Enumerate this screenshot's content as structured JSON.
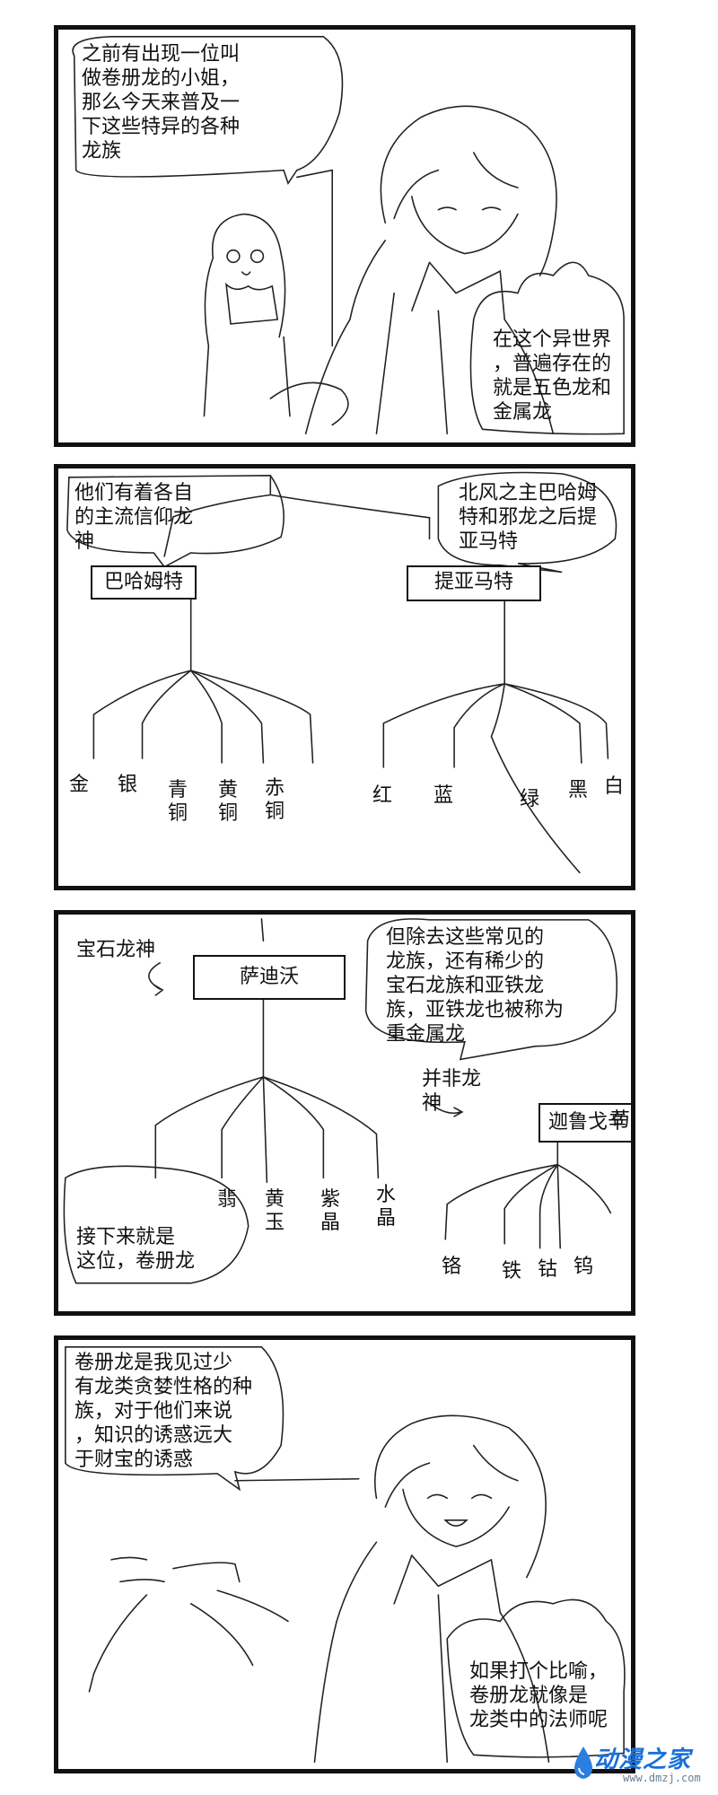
{
  "panel1": {
    "bubble_left": "之前有出现一位叫\n做卷册龙的小姐，\n那么今天来普及一\n下这些特异的各种\n龙族",
    "bubble_right": "在这个异世界\n，普遍存在的\n就是五色龙和\n金属龙"
  },
  "panel2": {
    "bubble_left": "他们有着各自\n的主流信仰龙\n神",
    "bubble_right": "北风之主巴哈姆\n特和邪龙之后提\n亚马特",
    "god_left": "巴哈姆特",
    "god_right": "提亚马特",
    "metal_dragons": [
      "金",
      "银",
      "青\n铜",
      "黄\n铜",
      "赤\n铜"
    ],
    "chromatic_dragons": [
      "红",
      "蓝",
      "绿",
      "黑",
      "白"
    ]
  },
  "panel3": {
    "label_gem_god": "宝石龙神",
    "god_gem": "萨迪沃",
    "bubble_right": "但除去这些常见的\n龙族，还有稀少的\n宝石龙族和亚铁龙\n族，亚铁龙也被称为\n重金属龙",
    "label_not_god": "并非龙\n神",
    "god_ferrous": "迦鲁戈辛",
    "god_ferrous_tail": "苟",
    "gem_dragons": [
      "翡",
      "黄\n玉",
      "紫\n晶",
      "水\n晶"
    ],
    "ferrous_dragons": [
      "铬",
      "铁",
      "钴",
      "钨"
    ],
    "bubble_bottom": "接下来就是\n这位，卷册龙"
  },
  "panel4": {
    "caption": "卷册龙是我见过少\n有龙类贪婪性格的种\n族，对于他们来说\n，知识的诱惑远大\n于财宝的诱惑",
    "bubble_right": "如果打个比喻，\n卷册龙就像是\n龙类中的法师呢"
  },
  "watermark": {
    "logo": "动漫之家",
    "url": "www.dmzj.com"
  }
}
